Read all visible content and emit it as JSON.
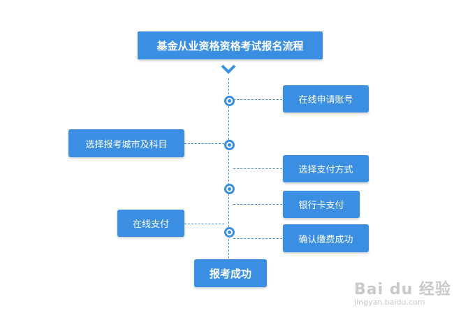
{
  "diagram": {
    "title": "基金从业资格资格考试报名流程",
    "steps": {
      "apply_account": "在线申请账号",
      "select_city": "选择报考城市及科目",
      "select_payment": "选择支付方式",
      "bank_card": "银行卡支付",
      "online_payment": "在线支付",
      "confirm_payment": "确认缴费成功"
    },
    "final": "报考成功"
  },
  "watermark": {
    "brand": "Bai du 经验",
    "url": "jingyan.baidu.com"
  },
  "colors": {
    "accent": "#3a8fe3",
    "background": "#ffffff",
    "watermark": "#c9c9c9"
  }
}
